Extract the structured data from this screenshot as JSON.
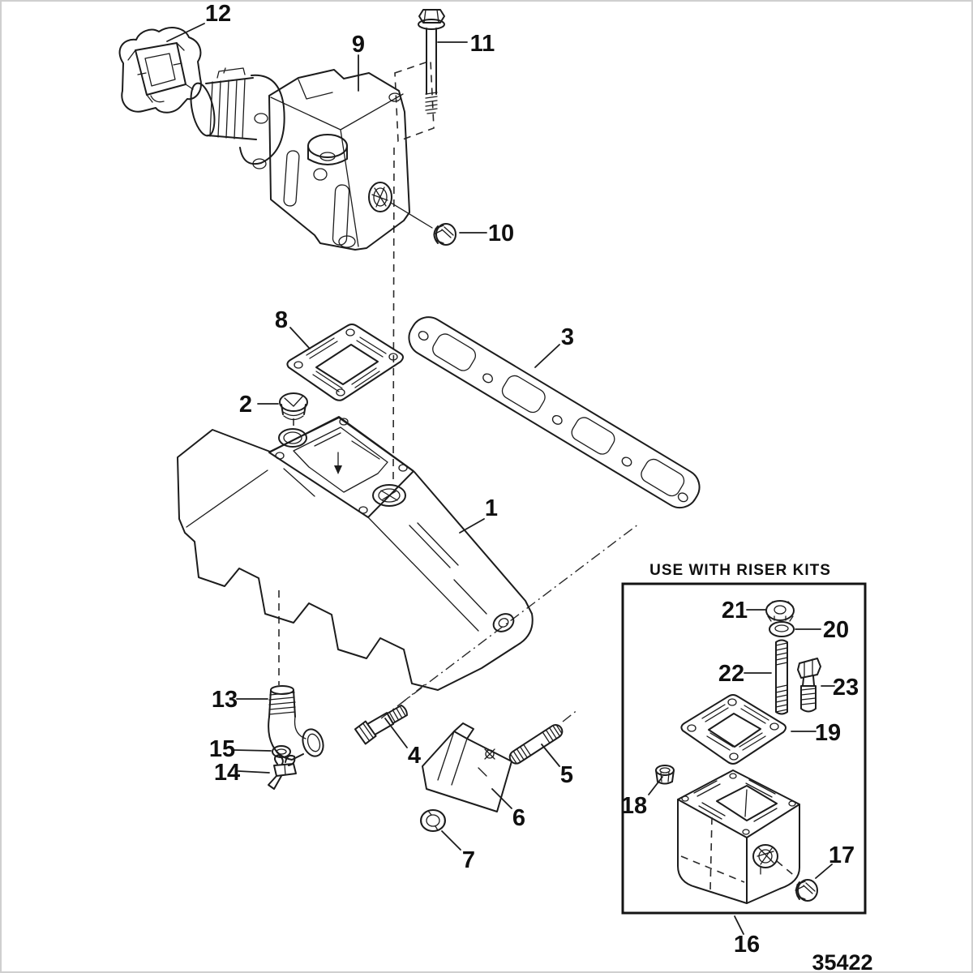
{
  "figure": {
    "inset_title": "USE WITH RISER KITS",
    "drawing_number": "35422"
  },
  "callouts": [
    {
      "label": "1"
    },
    {
      "label": "2"
    },
    {
      "label": "3"
    },
    {
      "label": "4"
    },
    {
      "label": "5"
    },
    {
      "label": "6"
    },
    {
      "label": "7"
    },
    {
      "label": "8"
    },
    {
      "label": "9"
    },
    {
      "label": "10"
    },
    {
      "label": "11"
    },
    {
      "label": "12"
    },
    {
      "label": "13"
    },
    {
      "label": "14"
    },
    {
      "label": "15"
    },
    {
      "label": "16"
    },
    {
      "label": "17"
    },
    {
      "label": "18"
    },
    {
      "label": "19"
    },
    {
      "label": "20"
    },
    {
      "label": "21"
    },
    {
      "label": "22"
    },
    {
      "label": "23"
    }
  ]
}
